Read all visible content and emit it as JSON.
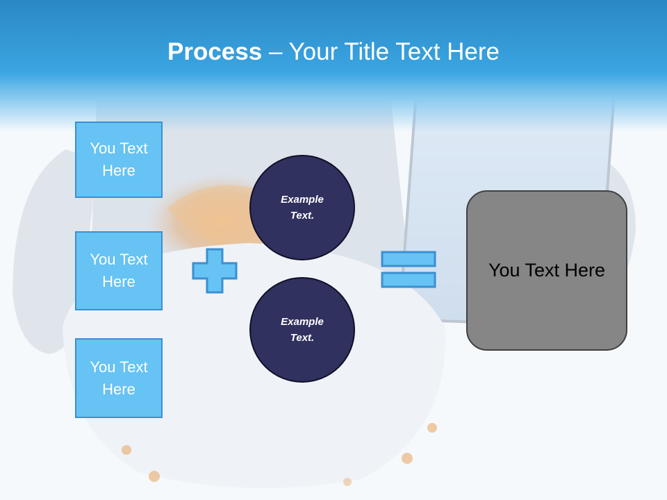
{
  "slide": {
    "title_bold": "Process",
    "title_rest": " – Your Title Text Here",
    "left_boxes": [
      "You Text Here",
      "You Text Here",
      "You Text Here"
    ],
    "circles": [
      "Example Text.",
      "Example Text."
    ],
    "result_box": "You Text Here",
    "colors": {
      "header": "#3ba6e2",
      "box_fill": "#66c3f3",
      "box_border": "#3b8fd1",
      "circle_fill": "#31315f",
      "result_fill": "#868686"
    },
    "icons": [
      "plus-icon",
      "equals-icon"
    ]
  }
}
